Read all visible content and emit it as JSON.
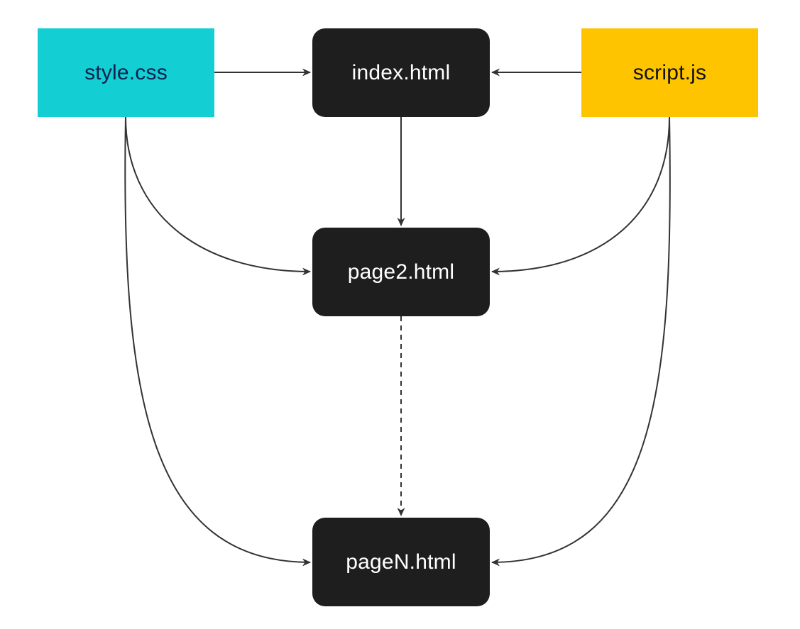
{
  "nodes": {
    "style_css": {
      "label": "style.css"
    },
    "script_js": {
      "label": "script.js"
    },
    "index_html": {
      "label": "index.html"
    },
    "page2_html": {
      "label": "page2.html"
    },
    "pageN_html": {
      "label": "pageN.html"
    }
  },
  "colors": {
    "style_css_fill": "#13CFD4",
    "style_css_text": "#0E1F4D",
    "script_js_fill": "#FFC400",
    "script_js_text": "#111111",
    "page_fill": "#1E1E1E",
    "page_text": "#FFFFFF",
    "edge": "#333333"
  },
  "edges": [
    {
      "from": "style.css",
      "to": "index.html",
      "style": "solid"
    },
    {
      "from": "script.js",
      "to": "index.html",
      "style": "solid"
    },
    {
      "from": "index.html",
      "to": "page2.html",
      "style": "solid"
    },
    {
      "from": "style.css",
      "to": "page2.html",
      "style": "solid"
    },
    {
      "from": "script.js",
      "to": "page2.html",
      "style": "solid"
    },
    {
      "from": "page2.html",
      "to": "pageN.html",
      "style": "dashed"
    },
    {
      "from": "style.css",
      "to": "pageN.html",
      "style": "solid"
    },
    {
      "from": "script.js",
      "to": "pageN.html",
      "style": "solid"
    }
  ]
}
